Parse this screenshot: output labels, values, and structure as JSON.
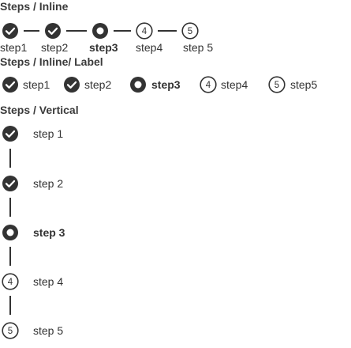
{
  "sections": {
    "inline": "Steps / Inline",
    "inline_label": "Steps / Inline/ Label",
    "vertical": "Steps / Vertical"
  },
  "steps": [
    {
      "label": "step1",
      "state": "done"
    },
    {
      "label": "step2",
      "state": "done"
    },
    {
      "label": "step3",
      "state": "current"
    },
    {
      "label": "step4",
      "state": "todo",
      "number": "4"
    },
    {
      "label": "step5",
      "state": "todo",
      "number": "5"
    }
  ],
  "inline_labels": [
    "step1",
    "step2",
    "step3",
    "step4",
    "step 5"
  ],
  "inline_label_items": [
    "step1",
    "step2",
    "step3",
    "step4",
    "step5"
  ],
  "vertical_items": [
    "step 1",
    "step 2",
    "step 3",
    "step 4",
    "step 5"
  ],
  "icons": {
    "done": "check-circle-icon",
    "current": "dot-circle-icon",
    "todo": "numbered-circle-icon"
  },
  "colors": {
    "ink": "#333333",
    "background": "#ffffff"
  }
}
